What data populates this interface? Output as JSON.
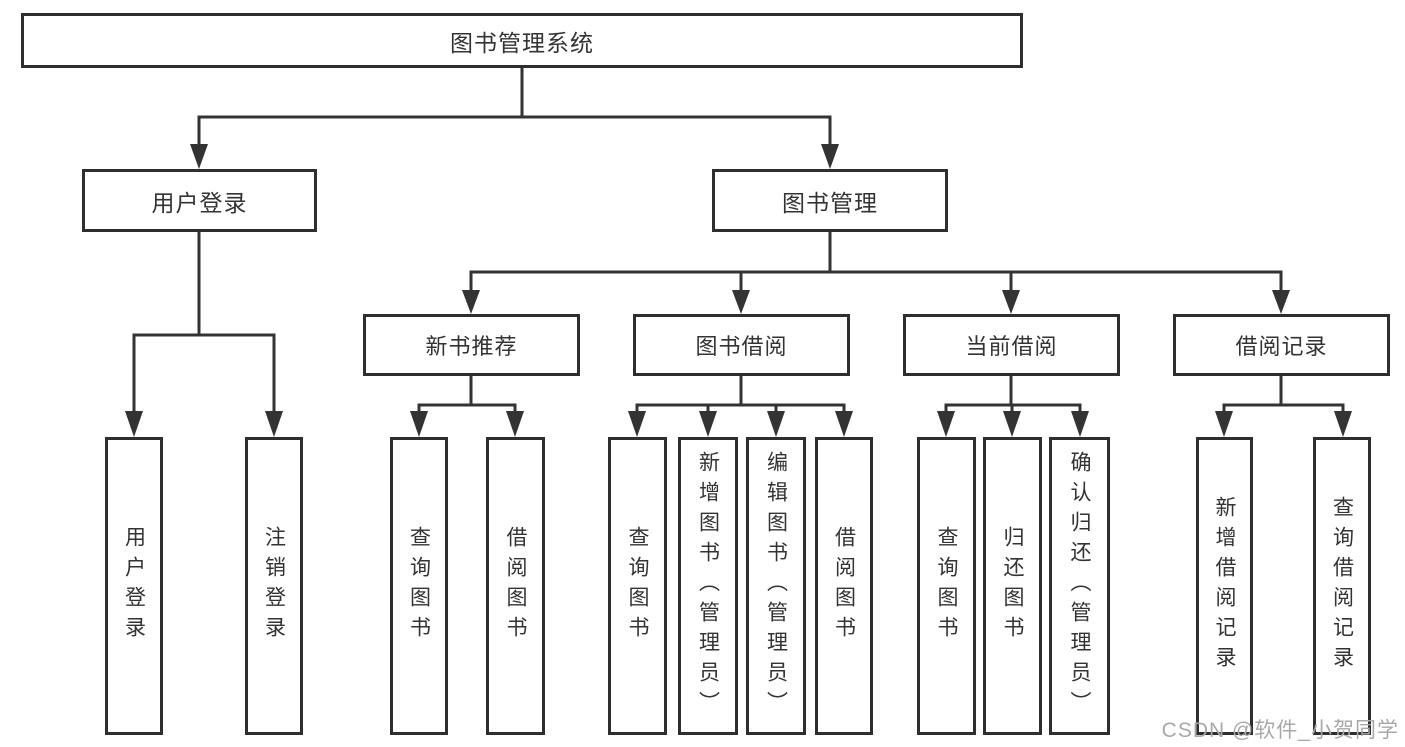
{
  "tree": {
    "root": "图书管理系统",
    "level2": [
      "用户登录",
      "图书管理"
    ],
    "level3": [
      "新书推荐",
      "图书借阅",
      "当前借阅",
      "借阅记录"
    ],
    "leaves_login": [
      "用户登录",
      "注销登录"
    ],
    "leaves_new_books": [
      "查询图书",
      "借阅图书"
    ],
    "leaves_borrow": [
      "查询图书",
      "新增图书（管理员）",
      "编辑图书（管理员）",
      "借阅图书"
    ],
    "leaves_current": [
      "查询图书",
      "归还图书",
      "确认归还（管理员）"
    ],
    "leaves_records": [
      "新增借阅记录",
      "查询借阅记录"
    ]
  },
  "watermark": "CSDN @软件_小贺同学",
  "colors": {
    "line": "#333333",
    "border": "#2e2e2e",
    "text": "#333333",
    "watermark_text": "#a8a8a8"
  }
}
